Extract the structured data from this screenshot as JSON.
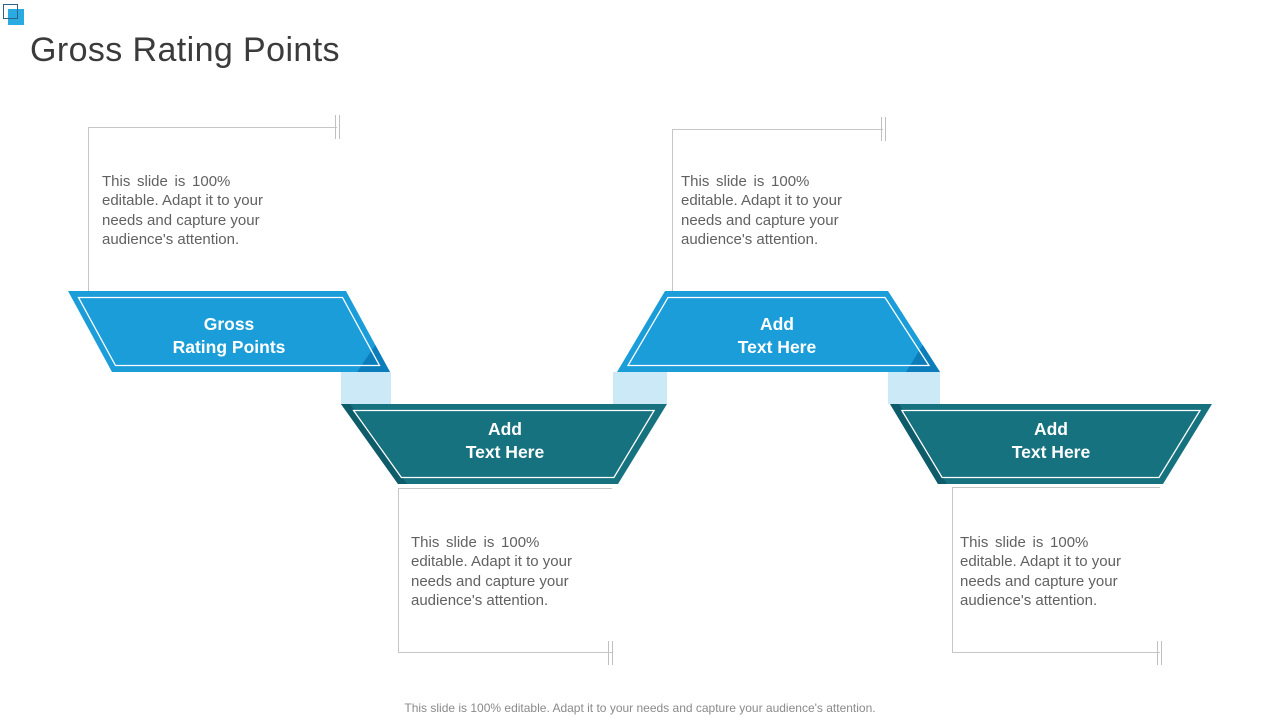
{
  "slide": {
    "title": "Gross Rating Points",
    "footer": "This slide is 100% editable. Adapt it to your needs and capture your audience's attention.",
    "colors": {
      "blue": "#1b9dd9",
      "blue_dark": "#0c7dbb",
      "teal": "#17727f",
      "teal_dark": "#0e5b69",
      "pale_connector": "#cbe9f6",
      "label_text": "#ffffff",
      "body_text": "#616161",
      "footer_text": "#8a8a8a",
      "title_text": "#3b3b3b",
      "box_border": "#c6c6c6",
      "logo_fill": "#29abe2",
      "logo_outline": "#2c6284"
    }
  },
  "banners": [
    {
      "id": "banner-1",
      "lines": [
        "Gross",
        "Rating Points"
      ]
    },
    {
      "id": "banner-2",
      "lines": [
        "Add",
        "Text Here"
      ]
    },
    {
      "id": "banner-3",
      "lines": [
        "Add",
        "Text Here"
      ]
    },
    {
      "id": "banner-4",
      "lines": [
        "Add",
        "Text Here"
      ]
    }
  ],
  "callouts": [
    {
      "lines": [
        "This slide is 100%",
        "editable. Adapt it to your",
        "needs and capture your",
        "audience's attention."
      ]
    },
    {
      "lines": [
        "This slide is 100%",
        "editable. Adapt it to your",
        "needs and capture your",
        "audience's attention."
      ]
    },
    {
      "lines": [
        "This slide is 100%",
        "editable. Adapt it to your",
        "needs and capture your",
        "audience's attention."
      ]
    },
    {
      "lines": [
        "This slide is 100%",
        "editable. Adapt it to your",
        "needs and capture your",
        "audience's attention."
      ]
    }
  ]
}
